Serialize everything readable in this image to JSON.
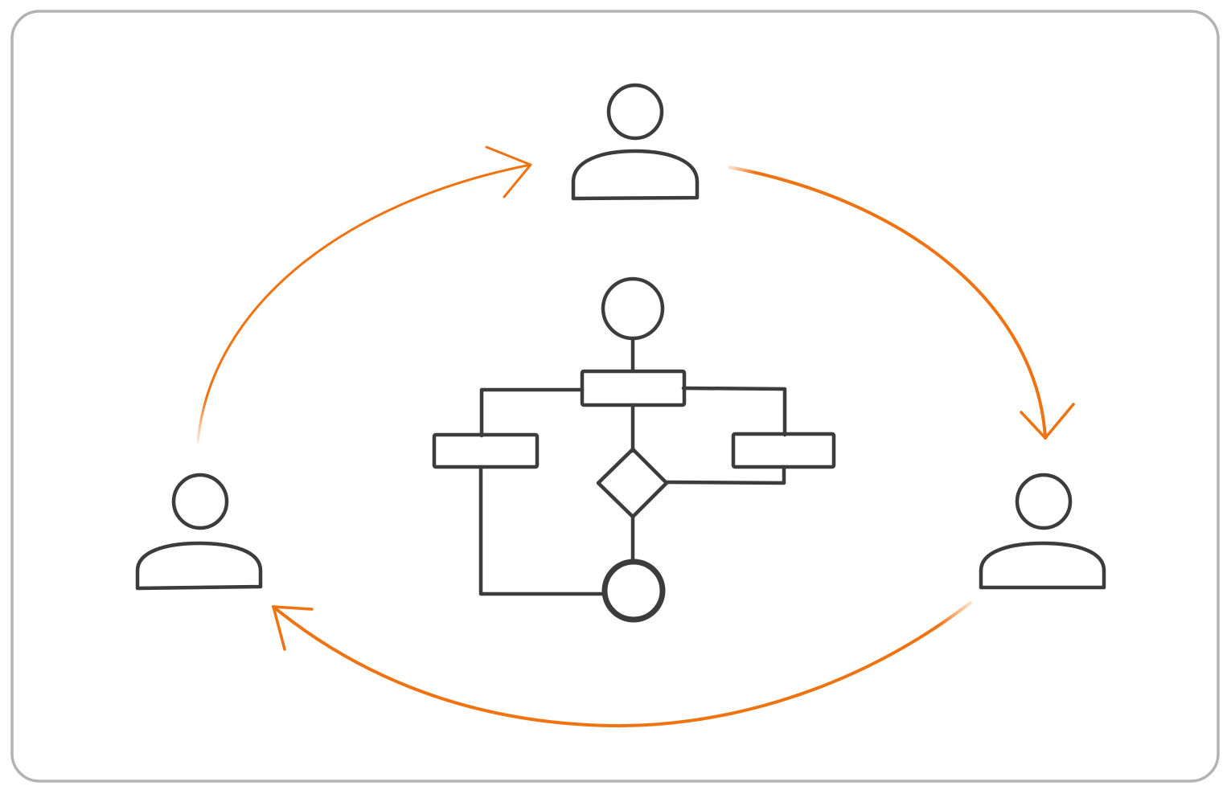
{
  "colors": {
    "frame": "#b3b3b3",
    "ink": "#3c3c3c",
    "flow_arrow": "#f07311",
    "background": "#ffffff"
  },
  "diagram": {
    "actors": [
      {
        "id": "actor-top",
        "icon": "person-icon"
      },
      {
        "id": "actor-right",
        "icon": "person-icon"
      },
      {
        "id": "actor-left",
        "icon": "person-icon"
      }
    ],
    "cycle_arrows": [
      {
        "from": "actor-left",
        "to": "actor-top"
      },
      {
        "from": "actor-top",
        "to": "actor-right"
      },
      {
        "from": "actor-right",
        "to": "actor-left"
      }
    ],
    "flowchart": {
      "nodes": [
        {
          "id": "start",
          "shape": "circle"
        },
        {
          "id": "fork",
          "shape": "bar"
        },
        {
          "id": "left-activity",
          "shape": "rectangle"
        },
        {
          "id": "right-activity",
          "shape": "rectangle"
        },
        {
          "id": "decision",
          "shape": "diamond"
        },
        {
          "id": "end",
          "shape": "bold-circle"
        }
      ]
    }
  }
}
